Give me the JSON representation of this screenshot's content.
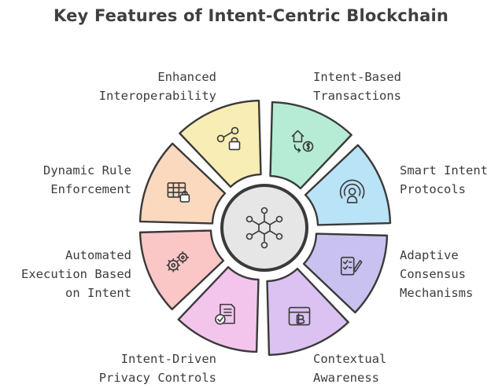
{
  "title": "Key Features of Intent-Centric Blockchain",
  "features": [
    {
      "id": "intent-based-transactions",
      "lines": [
        "Intent-Based",
        "Transactions"
      ],
      "color": "#b6ecd5",
      "icon": "home-dollar-swap-icon"
    },
    {
      "id": "smart-intent-protocols",
      "lines": [
        "Smart Intent",
        "Protocols"
      ],
      "color": "#b9e3f7",
      "icon": "broadcast-user-icon"
    },
    {
      "id": "adaptive-consensus-mechanisms",
      "lines": [
        "Adaptive",
        "Consensus",
        "Mechanisms"
      ],
      "color": "#c9c2f0",
      "icon": "checklist-pen-icon"
    },
    {
      "id": "contextual-awareness",
      "lines": [
        "Contextual",
        "Awareness"
      ],
      "color": "#dcc2f2",
      "icon": "bitcoin-browser-icon"
    },
    {
      "id": "intent-driven-privacy-controls",
      "lines": [
        "Intent-Driven",
        "Privacy Controls"
      ],
      "color": "#f3c5ec",
      "icon": "verified-document-icon"
    },
    {
      "id": "automated-execution-based-on-intent",
      "lines": [
        "Automated",
        "Execution Based",
        "on Intent"
      ],
      "color": "#fbc6c6",
      "icon": "gears-icon"
    },
    {
      "id": "dynamic-rule-enforcement",
      "lines": [
        "Dynamic Rule",
        "Enforcement"
      ],
      "color": "#fbd9bf",
      "icon": "table-lock-icon"
    },
    {
      "id": "enhanced-interoperability",
      "lines": [
        "Enhanced",
        "Interoperability"
      ],
      "color": "#f8edb4",
      "icon": "network-lock-icon"
    }
  ],
  "center": {
    "icon": "network-hub-icon",
    "color": "#e6e6e6"
  }
}
